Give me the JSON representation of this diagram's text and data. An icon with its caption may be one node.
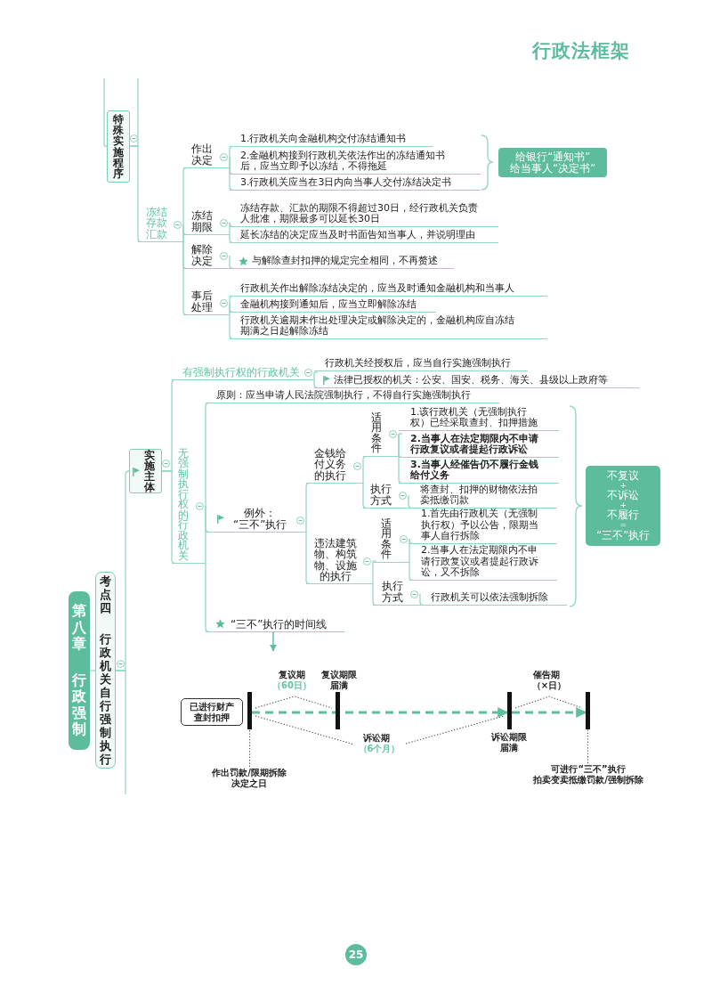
{
  "diagram": {
    "title": "行政法框架",
    "nodes": [
      {
        "text": [
          "特殊实施程序"
        ]
      },
      {
        "text": [
          "冻结存款汇款"
        ]
      },
      {
        "text": [
          "作出决定"
        ]
      },
      {
        "text": [
          "1.行政机关向金融机构交付冻结通知书"
        ]
      },
      {
        "text": [
          "2.金融机构接到行政机关依法作出的冻结通知书后，应当立即予以冻结，不得拖延"
        ]
      },
      {
        "text": [
          "3.行政机关应当在3日内向当事人交付冻结决定书"
        ]
      },
      {
        "text": [
          "给银行“通知书”",
          "给当事人“决定书”"
        ]
      },
      {
        "text": [
          "冻结期限"
        ]
      },
      {
        "text": [
          "冻结存款、汇款的期限不得超过30日，经行政机关负责人批准，期限最多可以延长30日"
        ]
      },
      {
        "text": [
          "延长冻结的决定应当及时书面告知当事人，并说明理由"
        ]
      },
      {
        "text": [
          "解除决定"
        ]
      },
      {
        "text": [
          "与解除查封扣押的规定完全相同，不再赘述"
        ]
      },
      {
        "text": [
          "事后处理"
        ]
      },
      {
        "text": [
          "行政机关作出解除冻结决定的，应当及时通知金融机构和当事人"
        ]
      },
      {
        "text": [
          "金融机构接到通知后，应当立即解除冻结"
        ]
      },
      {
        "text": [
          "行政机关逾期未作出处理决定或解除决定的，金融机构应自冻结期满之日起解除冻结"
        ]
      },
      {
        "text": [
          "第八章",
          "行政强制"
        ]
      },
      {
        "text": [
          "考点四",
          "行政机关自行强制执行"
        ]
      },
      {
        "text": [
          "实施主体"
        ]
      },
      {
        "text": [
          "有强制执行权的行政机关"
        ]
      },
      {
        "text": [
          "行政机关经授权后，应当自行实施强制执行"
        ]
      },
      {
        "text": [
          "法律已授权的机关：公安、国安、税务、海关、县级以上政府等"
        ]
      },
      {
        "text": [
          "无强制执行权的行政机关"
        ]
      },
      {
        "text": [
          "原则：应当申请人民法院强制执行，不得自行实施强制执行"
        ]
      },
      {
        "text": [
          "例外：",
          "“三不”执行"
        ]
      },
      {
        "text": [
          "金钱给付义务的执行"
        ]
      },
      {
        "text": [
          "适用条件"
        ]
      },
      {
        "text": [
          "1.该行政机关（无强制执行权）已经采取查封、扣押措施"
        ]
      },
      {
        "text": [
          "2.当事人在法定期限内不申请行政复议或者提起行政诉讼"
        ]
      },
      {
        "text": [
          "3.当事人经催告仍不履行金钱给付义务"
        ]
      },
      {
        "text": [
          "执行方式"
        ]
      },
      {
        "text": [
          "将查封、扣押的财物依法拍卖抵缴罚款"
        ]
      },
      {
        "text": [
          "违法建筑物、构筑物、设施的执行"
        ]
      },
      {
        "text": [
          "适用条件"
        ]
      },
      {
        "text": [
          "1.首先由行政机关（无强制执行权）予以公告，限期当事人自行拆除"
        ]
      },
      {
        "text": [
          "2.当事人在法定期限内不申请行政复议或者提起行政诉讼，又不拆除"
        ]
      },
      {
        "text": [
          "执行方式"
        ]
      },
      {
        "text": [
          "行政机关可以依法强制拆除"
        ]
      },
      {
        "text": [
          "不复议",
          "+",
          "不诉讼",
          "+",
          "不履行",
          "=",
          "“三不”执行"
        ]
      },
      {
        "text": [
          "“三不”执行的时间线"
        ]
      },
      {
        "text": [
          "已进行财产查封扣押"
        ]
      },
      {
        "text": [],
        "shape": "bar"
      },
      {
        "text": [],
        "shape": "bar"
      },
      {
        "text": [],
        "shape": "bar"
      },
      {
        "text": [],
        "shape": "bar"
      },
      {
        "text": [
          "作出罚款/限期拆除",
          "决定之日"
        ]
      },
      {
        "text": [
          "可进行“三不”执行",
          "拍卖变卖抵缴罚款/强制拆除"
        ]
      }
    ],
    "edges": [
      {
        "from": null,
        "to": 0,
        "arrow": "none"
      },
      {
        "from": 0,
        "to": null,
        "arrow": "none"
      },
      {
        "from": 0,
        "to": 1,
        "arrow": "none"
      },
      {
        "from": 1,
        "to": 2,
        "arrow": "none"
      },
      {
        "from": 1,
        "to": 7,
        "arrow": "none"
      },
      {
        "from": 1,
        "to": 10,
        "arrow": "none"
      },
      {
        "from": 1,
        "to": 12,
        "arrow": "none"
      },
      {
        "from": 2,
        "to": 3,
        "arrow": "none"
      },
      {
        "from": 2,
        "to": 4,
        "arrow": "none"
      },
      {
        "from": 2,
        "to": 5,
        "arrow": "none"
      },
      {
        "from": 7,
        "to": 8,
        "arrow": "none"
      },
      {
        "from": 7,
        "to": 9,
        "arrow": "none"
      },
      {
        "from": 10,
        "to": 11,
        "arrow": "none"
      },
      {
        "from": 12,
        "to": 13,
        "arrow": "none"
      },
      {
        "from": 12,
        "to": 14,
        "arrow": "none"
      },
      {
        "from": 12,
        "to": 15,
        "arrow": "none"
      },
      {
        "from": 16,
        "to": 17,
        "arrow": "none"
      },
      {
        "from": 17,
        "to": 18,
        "arrow": "none"
      },
      {
        "from": 17,
        "to": null,
        "arrow": "none"
      },
      {
        "from": 18,
        "to": 19,
        "arrow": "none"
      },
      {
        "from": 18,
        "to": 22,
        "arrow": "none"
      },
      {
        "from": 19,
        "to": 20,
        "arrow": "none"
      },
      {
        "from": 19,
        "to": 21,
        "arrow": "none"
      },
      {
        "from": 22,
        "to": 23,
        "arrow": "none"
      },
      {
        "from": 22,
        "to": 24,
        "arrow": "none"
      },
      {
        "from": 22,
        "to": 39,
        "arrow": "none"
      },
      {
        "from": 24,
        "to": 25,
        "arrow": "none"
      },
      {
        "from": 24,
        "to": 32,
        "arrow": "none"
      },
      {
        "from": 25,
        "to": 26,
        "arrow": "none"
      },
      {
        "from": 25,
        "to": 30,
        "arrow": "none"
      },
      {
        "from": 26,
        "to": 27,
        "arrow": "none"
      },
      {
        "from": 26,
        "to": 28,
        "arrow": "none"
      },
      {
        "from": 26,
        "to": 29,
        "arrow": "none"
      },
      {
        "from": 30,
        "to": 31,
        "arrow": "none"
      },
      {
        "from": 32,
        "to": 33,
        "arrow": "none"
      },
      {
        "from": 32,
        "to": 36,
        "arrow": "none"
      },
      {
        "from": 33,
        "to": 34,
        "arrow": "none"
      },
      {
        "from": 33,
        "to": 35,
        "arrow": "none"
      },
      {
        "from": 36,
        "to": 37,
        "arrow": "none"
      },
      {
        "from": 39,
        "to": null,
        "arrow": "to",
        "color": "#5bc0a0"
      },
      {
        "from": 41,
        "to": 43,
        "arrow": "to",
        "style": "dashed",
        "color": "#5bc0a0"
      },
      {
        "from": 43,
        "to": 44,
        "arrow": "to",
        "style": "dashed",
        "color": "#5bc0a0"
      },
      {
        "from": 45,
        "to": 41,
        "arrow": "none",
        "style": "dashed",
        "color": "#555555"
      },
      {
        "from": 46,
        "to": 44,
        "arrow": "none",
        "style": "dashed",
        "color": "#555555"
      }
    ],
    "labels": [
      "复议期",
      "（60日）",
      "复议期限届满",
      "催告期",
      "（×日）",
      "诉讼期",
      "（6个月）",
      "诉讼期限届满",
      "25"
    ]
  }
}
